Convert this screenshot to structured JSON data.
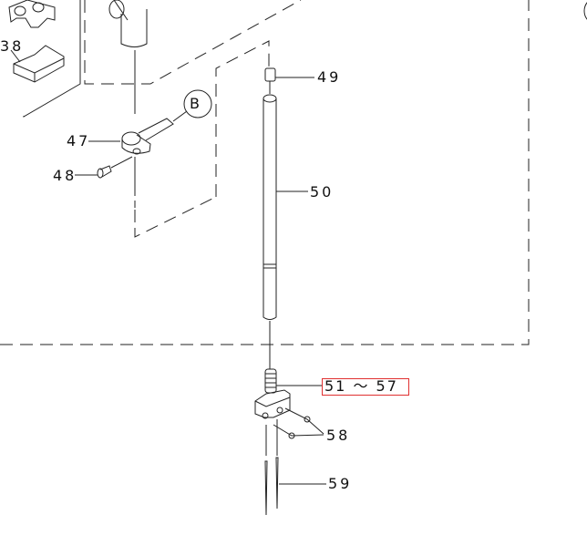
{
  "diagram": {
    "callouts": {
      "p38": "38",
      "p47": "47",
      "p48": "48",
      "p49": "49",
      "p50": "50",
      "p51_57": "51 ～ 57",
      "p58": "58",
      "p59": "59",
      "ref_b": "B"
    },
    "highlight_color": "#e03030"
  }
}
